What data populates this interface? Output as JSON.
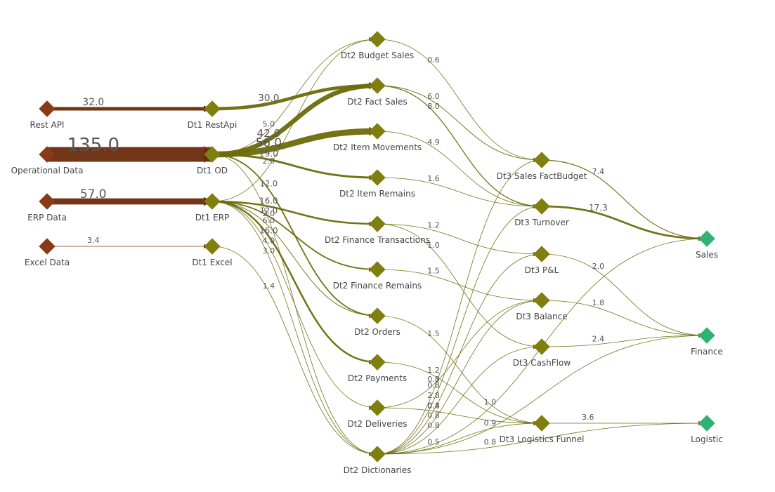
{
  "colors": {
    "source_node": "#8b3a17",
    "source_edge": "#6b2a0b",
    "mid_node": "#7f7f10",
    "mid_edge": "#6b6b0a",
    "target_node": "#2fb375",
    "label_text": "#444444"
  },
  "nodes": [
    {
      "id": "rest_api",
      "label": "Rest API",
      "type": "source"
    },
    {
      "id": "operational_data",
      "label": "Operational Data",
      "type": "source"
    },
    {
      "id": "erp_data",
      "label": "ERP Data",
      "type": "source"
    },
    {
      "id": "excel_data",
      "label": "Excel Data",
      "type": "source"
    },
    {
      "id": "dt1_restapi",
      "label": "Dt1 RestApi",
      "type": "mid"
    },
    {
      "id": "dt1_od",
      "label": "Dt1 OD",
      "type": "mid"
    },
    {
      "id": "dt1_erp",
      "label": "Dt1 ERP",
      "type": "mid"
    },
    {
      "id": "dt1_excel",
      "label": "Dt1 Excel",
      "type": "mid"
    },
    {
      "id": "dt2_budget_sales",
      "label": "Dt2 Budget Sales",
      "type": "mid"
    },
    {
      "id": "dt2_fact_sales",
      "label": "Dt2 Fact Sales",
      "type": "mid"
    },
    {
      "id": "dt2_item_movements",
      "label": "Dt2 Item Movements",
      "type": "mid"
    },
    {
      "id": "dt2_item_remains",
      "label": "Dt2 Item Remains",
      "type": "mid"
    },
    {
      "id": "dt2_finance_transactions",
      "label": "Dt2 Finance Transactions",
      "type": "mid"
    },
    {
      "id": "dt2_finance_remains",
      "label": "Dt2 Finance Remains",
      "type": "mid"
    },
    {
      "id": "dt2_orders",
      "label": "Dt2 Orders",
      "type": "mid"
    },
    {
      "id": "dt2_payments",
      "label": "Dt2 Payments",
      "type": "mid"
    },
    {
      "id": "dt2_deliveries",
      "label": "Dt2 Deliveries",
      "type": "mid"
    },
    {
      "id": "dt2_dictionaries",
      "label": "Dt2 Dictionaries",
      "type": "mid"
    },
    {
      "id": "dt3_sales_factbudget",
      "label": "Dt3 Sales FactBudget",
      "type": "mid"
    },
    {
      "id": "dt3_turnover",
      "label": "Dt3 Turnover",
      "type": "mid"
    },
    {
      "id": "dt3_pl",
      "label": "Dt3 P&L",
      "type": "mid"
    },
    {
      "id": "dt3_balance",
      "label": "Dt3 Balance",
      "type": "mid"
    },
    {
      "id": "dt3_cashflow",
      "label": "Dt3 CashFlow",
      "type": "mid"
    },
    {
      "id": "dt3_logistics_funnel",
      "label": "Dt3 Logistics Funnel",
      "type": "mid"
    },
    {
      "id": "sales",
      "label": "Sales",
      "type": "target"
    },
    {
      "id": "finance",
      "label": "Finance",
      "type": "target"
    },
    {
      "id": "logistic",
      "label": "Logistic",
      "type": "target"
    }
  ],
  "edges": [
    {
      "from": "rest_api",
      "to": "dt1_restapi",
      "value": "32.0"
    },
    {
      "from": "operational_data",
      "to": "dt1_od",
      "value": "135.0"
    },
    {
      "from": "erp_data",
      "to": "dt1_erp",
      "value": "57.0"
    },
    {
      "from": "excel_data",
      "to": "dt1_excel",
      "value": "3.4"
    },
    {
      "from": "dt1_restapi",
      "to": "dt2_fact_sales",
      "value": "30.0"
    },
    {
      "from": "dt1_od",
      "to": "dt2_budget_sales",
      "value": "5.0"
    },
    {
      "from": "dt1_od",
      "to": "dt2_fact_sales",
      "value": "42.0"
    },
    {
      "from": "dt1_od",
      "to": "dt2_item_movements",
      "value": "56.0"
    },
    {
      "from": "dt1_od",
      "to": "dt2_item_remains",
      "value": "19.0"
    },
    {
      "from": "dt1_od",
      "to": "dt2_orders",
      "value": "12.0"
    },
    {
      "from": "dt1_od",
      "to": "dt2_dictionaries",
      "value": "2.0"
    },
    {
      "from": "dt1_erp",
      "to": "dt2_budget_sales",
      "value": "2.0"
    },
    {
      "from": "dt1_erp",
      "to": "dt2_finance_transactions",
      "value": "16.0"
    },
    {
      "from": "dt1_erp",
      "to": "dt2_finance_remains",
      "value": "12.0"
    },
    {
      "from": "dt1_erp",
      "to": "dt2_orders",
      "value": "6.0"
    },
    {
      "from": "dt1_erp",
      "to": "dt2_payments",
      "value": "16.0"
    },
    {
      "from": "dt1_erp",
      "to": "dt2_deliveries",
      "value": "4.0"
    },
    {
      "from": "dt1_erp",
      "to": "dt2_dictionaries",
      "value": "3.0"
    },
    {
      "from": "dt1_excel",
      "to": "dt2_dictionaries",
      "value": "1.4"
    },
    {
      "from": "dt2_budget_sales",
      "to": "dt3_sales_factbudget",
      "value": "0.6"
    },
    {
      "from": "dt2_fact_sales",
      "to": "dt3_sales_factbudget",
      "value": "6.0"
    },
    {
      "from": "dt2_fact_sales",
      "to": "dt3_turnover",
      "value": "8.0"
    },
    {
      "from": "dt2_item_movements",
      "to": "dt3_turnover",
      "value": "4.9"
    },
    {
      "from": "dt2_item_remains",
      "to": "dt3_turnover",
      "value": "1.6"
    },
    {
      "from": "dt2_finance_transactions",
      "to": "dt3_pl",
      "value": "1.2"
    },
    {
      "from": "dt2_finance_transactions",
      "to": "dt3_cashflow",
      "value": "1.0"
    },
    {
      "from": "dt2_finance_remains",
      "to": "dt3_balance",
      "value": "1.5"
    },
    {
      "from": "dt2_orders",
      "to": "dt3_logistics_funnel",
      "value": "1.5"
    },
    {
      "from": "dt2_payments",
      "to": "dt3_logistics_funnel",
      "value": "1.2"
    },
    {
      "from": "dt2_deliveries",
      "to": "dt3_logistics_funnel",
      "value": "0.4"
    },
    {
      "from": "dt2_dictionaries",
      "to": "dt3_sales_factbudget",
      "value": "0.8"
    },
    {
      "from": "dt2_dictionaries",
      "to": "dt3_turnover",
      "value": "2.8"
    },
    {
      "from": "dt2_dictionaries",
      "to": "dt3_pl",
      "value": "0.8"
    },
    {
      "from": "dt2_dictionaries",
      "to": "dt3_balance",
      "value": "0.8"
    },
    {
      "from": "dt2_dictionaries",
      "to": "dt3_cashflow",
      "value": "0.8"
    },
    {
      "from": "dt2_dictionaries",
      "to": "dt3_logistics_funnel",
      "value": "0.5"
    },
    {
      "from": "dt2_dictionaries",
      "to": "logistic",
      "value": "0.8"
    },
    {
      "from": "dt2_dictionaries",
      "to": "sales",
      "value": "1.0"
    },
    {
      "from": "dt2_dictionaries",
      "to": "finance",
      "value": "0.9"
    },
    {
      "from": "dt2_deliveries",
      "to": "dt3_balance",
      "value": "0.8"
    },
    {
      "from": "dt3_sales_factbudget",
      "to": "sales",
      "value": "7.4"
    },
    {
      "from": "dt3_turnover",
      "to": "sales",
      "value": "17.3"
    },
    {
      "from": "dt3_pl",
      "to": "finance",
      "value": "2.0"
    },
    {
      "from": "dt3_balance",
      "to": "finance",
      "value": "1.8"
    },
    {
      "from": "dt3_cashflow",
      "to": "finance",
      "value": "2.4"
    },
    {
      "from": "dt3_logistics_funnel",
      "to": "logistic",
      "value": "3.6"
    }
  ]
}
